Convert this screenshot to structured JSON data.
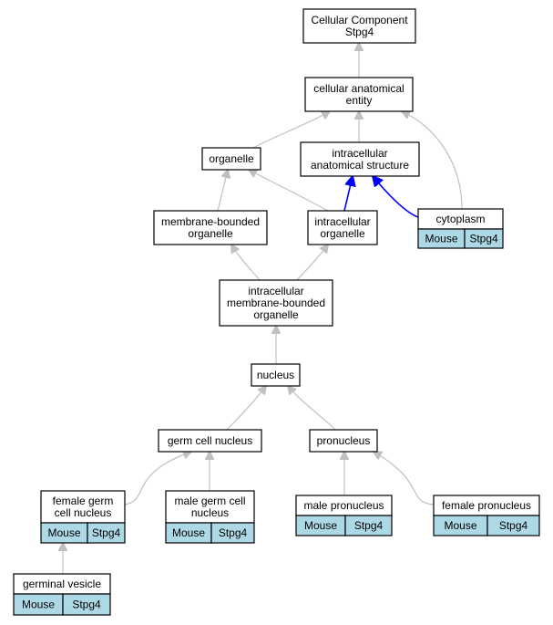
{
  "nodes": {
    "root": {
      "lines": [
        "Cellular Component",
        "Stpg4"
      ]
    },
    "cae": {
      "lines": [
        "cellular anatomical",
        "entity"
      ]
    },
    "organelle": {
      "lines": [
        "organelle"
      ]
    },
    "ias": {
      "lines": [
        "intracellular",
        "anatomical structure"
      ]
    },
    "mbo": {
      "lines": [
        "membrane-bounded",
        "organelle"
      ]
    },
    "io": {
      "lines": [
        "intracellular",
        "organelle"
      ]
    },
    "cytoplasm": {
      "lines": [
        "cytoplasm"
      ],
      "cells": [
        "Mouse",
        "Stpg4"
      ]
    },
    "imbo": {
      "lines": [
        "intracellular",
        "membrane-bounded",
        "organelle"
      ]
    },
    "nucleus": {
      "lines": [
        "nucleus"
      ]
    },
    "gcn": {
      "lines": [
        "germ cell nucleus"
      ]
    },
    "pronucleus": {
      "lines": [
        "pronucleus"
      ]
    },
    "fgcn": {
      "lines": [
        "female germ",
        "cell nucleus"
      ],
      "cells": [
        "Mouse",
        "Stpg4"
      ]
    },
    "mgcn": {
      "lines": [
        "male germ cell",
        "nucleus"
      ],
      "cells": [
        "Mouse",
        "Stpg4"
      ]
    },
    "malepn": {
      "lines": [
        "male pronucleus"
      ],
      "cells": [
        "Mouse",
        "Stpg4"
      ]
    },
    "femalepn": {
      "lines": [
        "female pronucleus"
      ],
      "cells": [
        "Mouse",
        "Stpg4"
      ]
    },
    "gv": {
      "lines": [
        "germinal vesicle"
      ],
      "cells": [
        "Mouse",
        "Stpg4"
      ]
    }
  },
  "edges": [
    {
      "from": "cae",
      "to": "root",
      "color": "#c0c0c0"
    },
    {
      "from": "organelle",
      "to": "cae",
      "color": "#c0c0c0"
    },
    {
      "from": "ias",
      "to": "cae",
      "color": "#c0c0c0"
    },
    {
      "from": "cytoplasm",
      "to": "cae",
      "color": "#c0c0c0"
    },
    {
      "from": "mbo",
      "to": "organelle",
      "color": "#c0c0c0"
    },
    {
      "from": "io",
      "to": "organelle",
      "color": "#c0c0c0"
    },
    {
      "from": "io",
      "to": "ias",
      "color": "#0000ff"
    },
    {
      "from": "cytoplasm",
      "to": "ias",
      "color": "#0000ff"
    },
    {
      "from": "imbo",
      "to": "mbo",
      "color": "#c0c0c0"
    },
    {
      "from": "imbo",
      "to": "io",
      "color": "#c0c0c0"
    },
    {
      "from": "nucleus",
      "to": "imbo",
      "color": "#c0c0c0"
    },
    {
      "from": "gcn",
      "to": "nucleus",
      "color": "#c0c0c0"
    },
    {
      "from": "pronucleus",
      "to": "nucleus",
      "color": "#c0c0c0"
    },
    {
      "from": "fgcn",
      "to": "gcn",
      "color": "#c0c0c0"
    },
    {
      "from": "mgcn",
      "to": "gcn",
      "color": "#c0c0c0"
    },
    {
      "from": "malepn",
      "to": "pronucleus",
      "color": "#c0c0c0"
    },
    {
      "from": "femalepn",
      "to": "pronucleus",
      "color": "#c0c0c0"
    },
    {
      "from": "gv",
      "to": "fgcn",
      "color": "#c0c0c0"
    }
  ]
}
